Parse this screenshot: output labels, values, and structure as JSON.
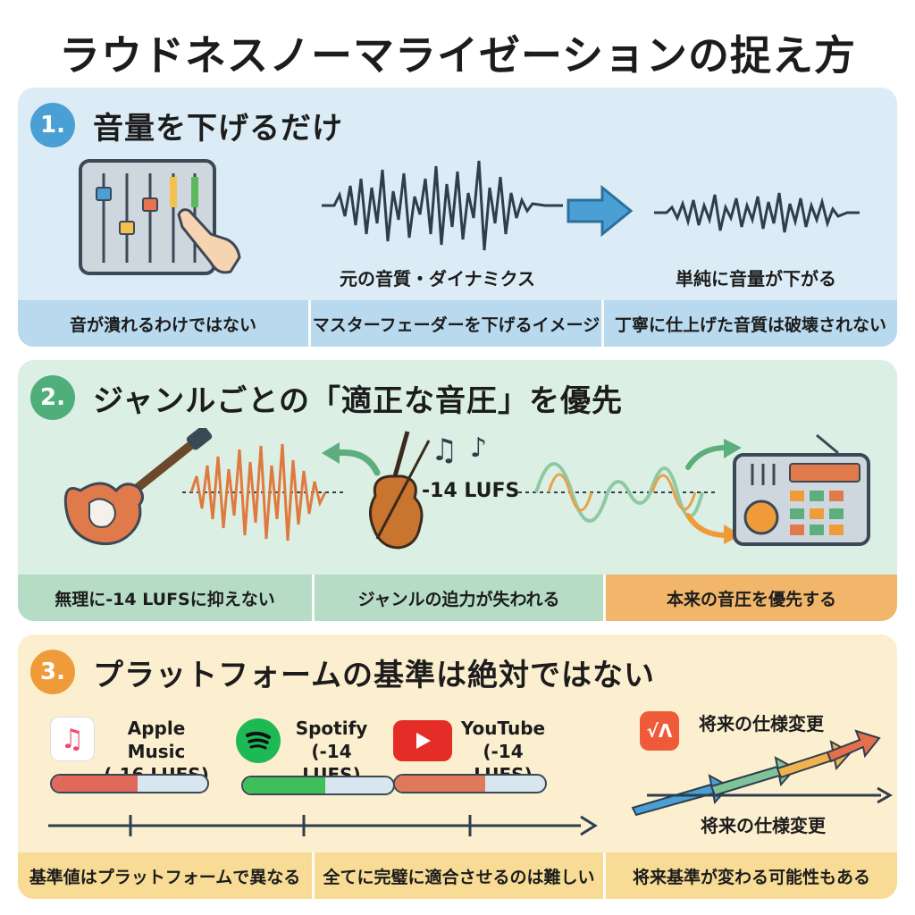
{
  "title": "ラウドネスノーマライゼーションの捉え方",
  "colors": {
    "blue_accent": "#4a9fd4",
    "green_accent": "#4fae7a",
    "orange_accent": "#ef9b3a"
  },
  "section1": {
    "number": "1.",
    "heading": "音量を下げるだけ",
    "wave_left_label": "元の音質・ダイナミクス",
    "wave_right_label": "単純に音量が下がる",
    "footer": [
      "音が潰れるわけではない",
      "マスターフェーダーを下げるイメージ",
      "丁寧に仕上げた音質は破壊されない"
    ]
  },
  "section2": {
    "number": "2.",
    "heading": "ジャンルごとの「適正な音圧」を優先",
    "center_label": "-14 LUFS",
    "footer": [
      "無理に-14 LUFSに抑えない",
      "ジャンルの迫力が失われる",
      "本来の音圧を優先する"
    ]
  },
  "section3": {
    "number": "3.",
    "heading": "プラットフォームの基準は絶対ではない",
    "services": [
      {
        "name": "Apple Music",
        "lufs": "(-16 LUFS)",
        "icon": "apple-music-icon",
        "level": 0.55
      },
      {
        "name": "Spotify",
        "lufs": "(-14 LUFS)",
        "icon": "spotify-icon",
        "level": 0.55
      },
      {
        "name": "YouTube",
        "lufs": "(-14 LUFS)",
        "icon": "youtube-icon",
        "level": 0.6
      }
    ],
    "future_label_top": "将来の仕様変更",
    "future_label_bottom": "将来の仕様変更",
    "footer": [
      "基準値はプラットフォームで異なる",
      "全てに完璧に適合させるのは難しい",
      "将来基準が変わる可能性もある"
    ]
  }
}
